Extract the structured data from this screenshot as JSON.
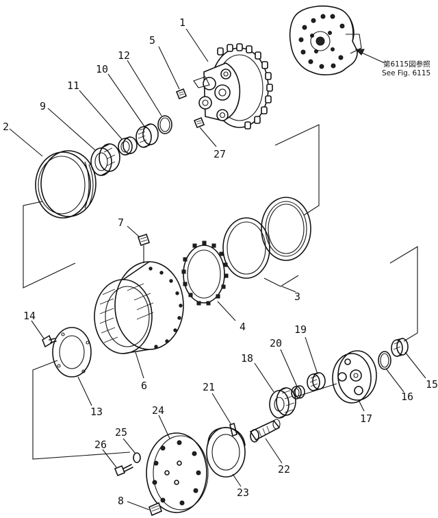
{
  "reference_note": {
    "line1": "第6115図参照",
    "line2": "See Fig. 6115"
  },
  "callouts": [
    {
      "id": "c1",
      "label": "1"
    },
    {
      "id": "c2",
      "label": "2"
    },
    {
      "id": "c3",
      "label": "3"
    },
    {
      "id": "c4",
      "label": "4"
    },
    {
      "id": "c5",
      "label": "5"
    },
    {
      "id": "c6",
      "label": "6"
    },
    {
      "id": "c7",
      "label": "7"
    },
    {
      "id": "c8",
      "label": "8"
    },
    {
      "id": "c9",
      "label": "9"
    },
    {
      "id": "c10",
      "label": "10"
    },
    {
      "id": "c11",
      "label": "11"
    },
    {
      "id": "c12",
      "label": "12"
    },
    {
      "id": "c13",
      "label": "13"
    },
    {
      "id": "c14",
      "label": "14"
    },
    {
      "id": "c15",
      "label": "15"
    },
    {
      "id": "c16",
      "label": "16"
    },
    {
      "id": "c17",
      "label": "17"
    },
    {
      "id": "c18",
      "label": "18"
    },
    {
      "id": "c19",
      "label": "19"
    },
    {
      "id": "c20",
      "label": "20"
    },
    {
      "id": "c21",
      "label": "21"
    },
    {
      "id": "c22",
      "label": "22"
    },
    {
      "id": "c23",
      "label": "23"
    },
    {
      "id": "c24",
      "label": "24"
    },
    {
      "id": "c25",
      "label": "25"
    },
    {
      "id": "c26",
      "label": "26"
    },
    {
      "id": "c27",
      "label": "27"
    }
  ]
}
